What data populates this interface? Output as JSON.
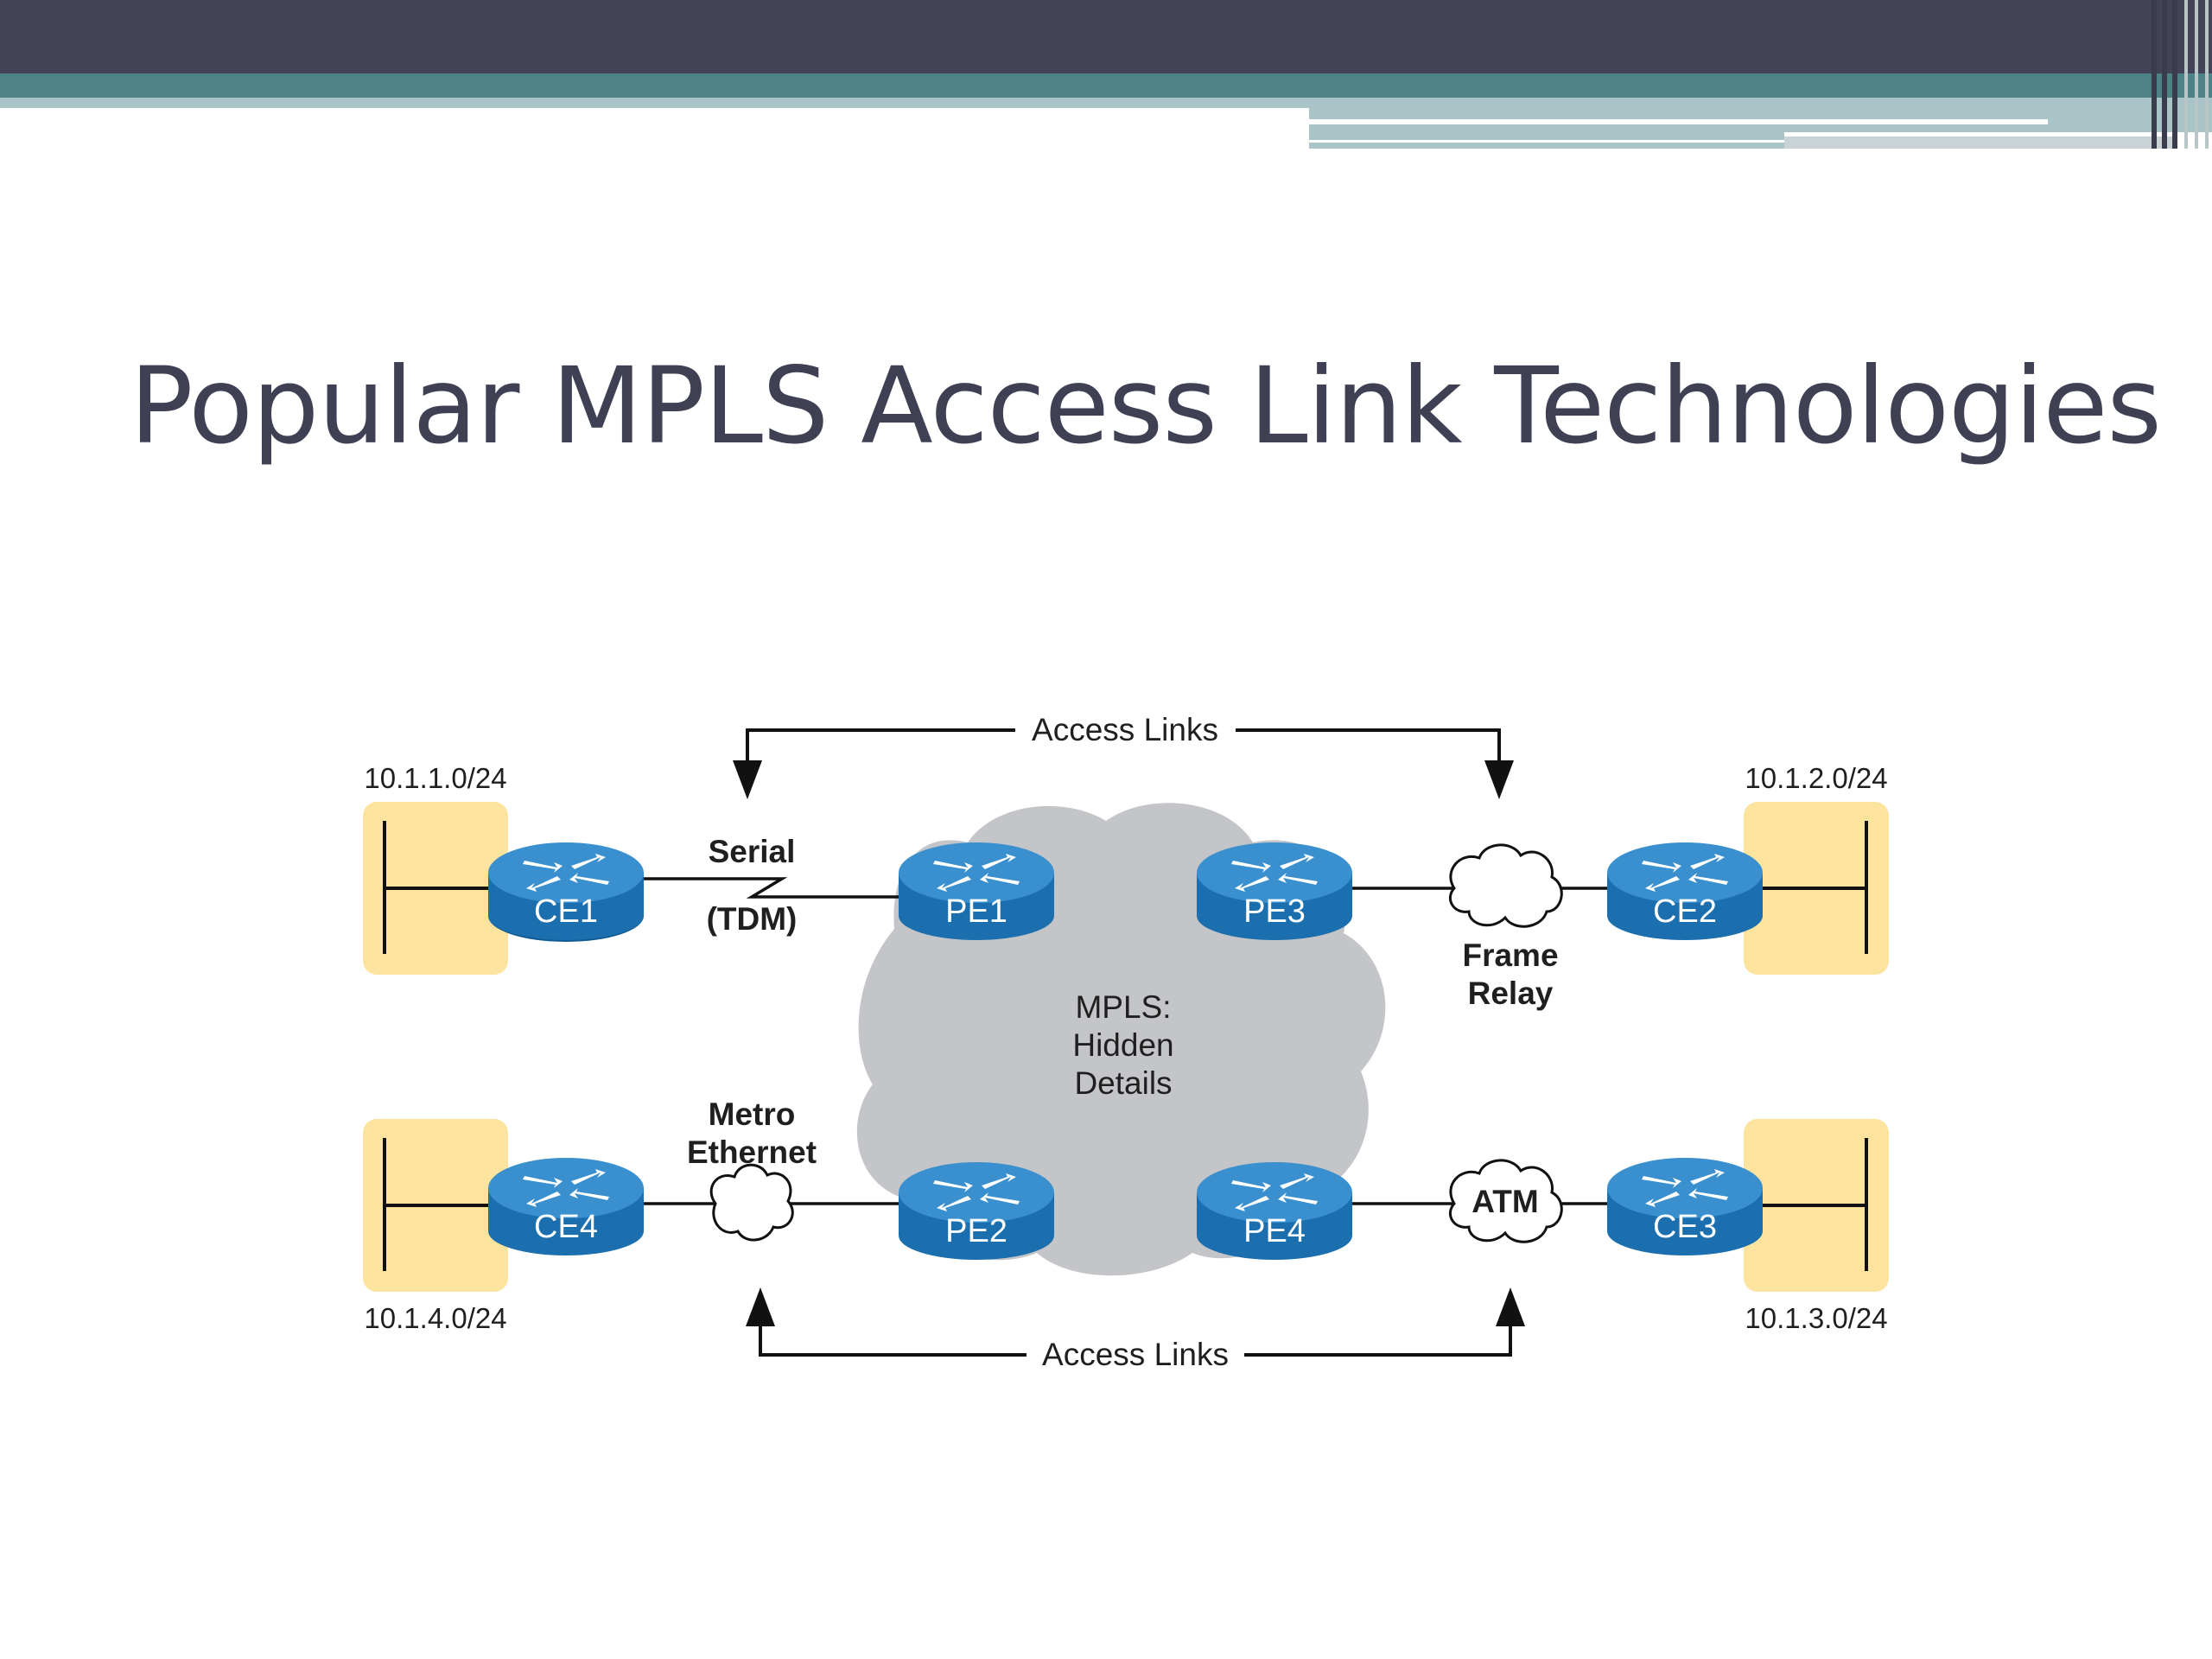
{
  "slide": {
    "title": "Popular MPLS Access Link Technologies"
  },
  "diagram": {
    "mpls_cloud_label": [
      "MPLS:",
      "Hidden",
      "Details"
    ],
    "access_links_top": "Access Links",
    "access_links_bottom": "Access Links",
    "subnets": {
      "ce1": "10.1.1.0/24",
      "ce2": "10.1.2.0/24",
      "ce3": "10.1.3.0/24",
      "ce4": "10.1.4.0/24"
    },
    "routers": {
      "ce1": "CE1",
      "ce2": "CE2",
      "ce3": "CE3",
      "ce4": "CE4",
      "pe1": "PE1",
      "pe2": "PE2",
      "pe3": "PE3",
      "pe4": "PE4"
    },
    "links": {
      "serial": "Serial",
      "tdm": "(TDM)",
      "metro": "Metro",
      "ethernet": "Ethernet",
      "frame": "Frame",
      "relay": "Relay",
      "atm": "ATM"
    },
    "colors": {
      "router": "#1b6fae",
      "site": "#fce39e",
      "cloud": "#c4c5c8",
      "header_dark": "#424357",
      "header_teal": "#4d8387"
    }
  }
}
